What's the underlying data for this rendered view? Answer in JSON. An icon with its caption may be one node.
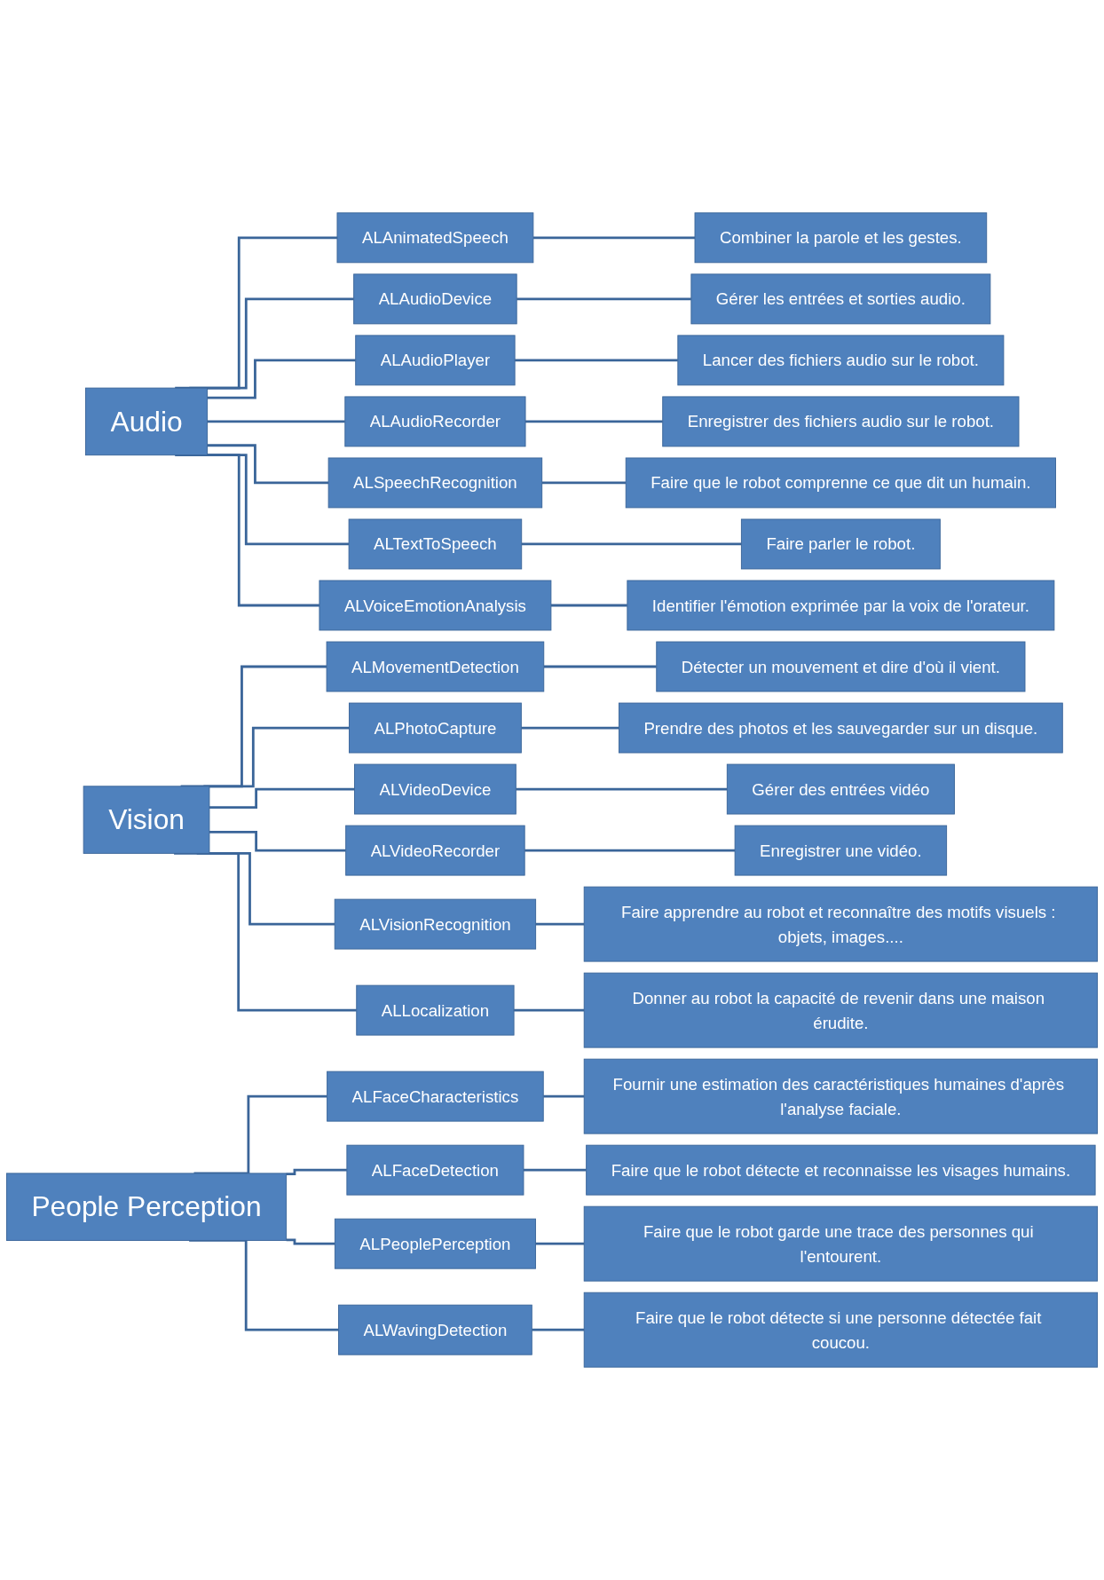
{
  "diagram": {
    "nodes": [
      {
        "text": [
          "Audio"
        ]
      },
      {
        "text": [
          "ALAnimatedSpeech"
        ]
      },
      {
        "text": [
          "Combiner la parole et les gestes."
        ]
      },
      {
        "text": [
          "ALAudioDevice"
        ]
      },
      {
        "text": [
          "Gérer les entrées et sorties audio."
        ]
      },
      {
        "text": [
          "ALAudioPlayer"
        ]
      },
      {
        "text": [
          "Lancer des fichiers audio sur le robot."
        ]
      },
      {
        "text": [
          "ALAudioRecorder"
        ]
      },
      {
        "text": [
          "Enregistrer des fichiers audio sur le robot."
        ]
      },
      {
        "text": [
          "ALSpeechRecognition"
        ]
      },
      {
        "text": [
          "Faire que le robot comprenne ce que dit un humain."
        ]
      },
      {
        "text": [
          "ALTextToSpeech"
        ]
      },
      {
        "text": [
          "Faire parler le robot."
        ]
      },
      {
        "text": [
          "ALVoiceEmotionAnalysis"
        ]
      },
      {
        "text": [
          "Identifier l'émotion exprimée par la voix de l'orateur."
        ]
      },
      {
        "text": [
          "Vision"
        ]
      },
      {
        "text": [
          "ALMovementDetection"
        ]
      },
      {
        "text": [
          "Détecter un mouvement et dire d'où il vient."
        ]
      },
      {
        "text": [
          "ALPhotoCapture"
        ]
      },
      {
        "text": [
          "Prendre des photos et les sauvegarder sur un disque."
        ]
      },
      {
        "text": [
          "ALVideoDevice"
        ]
      },
      {
        "text": [
          "Gérer des entrées vidéo"
        ]
      },
      {
        "text": [
          "ALVideoRecorder"
        ]
      },
      {
        "text": [
          "Enregistrer une vidéo."
        ]
      },
      {
        "text": [
          "ALVisionRecognition"
        ]
      },
      {
        "text": [
          "Faire apprendre au robot et reconnaître des motifs visuels : objets, images...."
        ]
      },
      {
        "text": [
          "ALLocalization"
        ]
      },
      {
        "text": [
          "Donner au robot la capacité de revenir dans une maison érudite."
        ]
      },
      {
        "text": [
          "People Perception"
        ]
      },
      {
        "text": [
          "ALFaceCharacteristics"
        ]
      },
      {
        "text": [
          "Fournir une estimation des caractéristiques humaines d'après l'analyse faciale."
        ]
      },
      {
        "text": [
          "ALFaceDetection"
        ]
      },
      {
        "text": [
          "Faire que le robot détecte et reconnaisse les visages humains."
        ]
      },
      {
        "text": [
          "ALPeoplePerception"
        ]
      },
      {
        "text": [
          "Faire que le robot garde une trace des personnes qui l'entourent."
        ]
      },
      {
        "text": [
          "ALWavingDetection"
        ]
      },
      {
        "text": [
          "Faire que le robot détecte si une personne détectée fait coucou."
        ]
      }
    ],
    "edges": [
      {
        "from": 0,
        "to": 1,
        "arrow": "none"
      },
      {
        "from": 1,
        "to": 2,
        "arrow": "none"
      },
      {
        "from": 0,
        "to": 3,
        "arrow": "none"
      },
      {
        "from": 3,
        "to": 4,
        "arrow": "none"
      },
      {
        "from": 0,
        "to": 5,
        "arrow": "none"
      },
      {
        "from": 5,
        "to": 6,
        "arrow": "none"
      },
      {
        "from": 0,
        "to": 7,
        "arrow": "none"
      },
      {
        "from": 7,
        "to": 8,
        "arrow": "none"
      },
      {
        "from": 0,
        "to": 9,
        "arrow": "none"
      },
      {
        "from": 9,
        "to": 10,
        "arrow": "none"
      },
      {
        "from": 0,
        "to": 11,
        "arrow": "none"
      },
      {
        "from": 11,
        "to": 12,
        "arrow": "none"
      },
      {
        "from": 0,
        "to": 13,
        "arrow": "none"
      },
      {
        "from": 13,
        "to": 14,
        "arrow": "none"
      },
      {
        "from": 15,
        "to": 16,
        "arrow": "none"
      },
      {
        "from": 16,
        "to": 17,
        "arrow": "none"
      },
      {
        "from": 15,
        "to": 18,
        "arrow": "none"
      },
      {
        "from": 18,
        "to": 19,
        "arrow": "none"
      },
      {
        "from": 15,
        "to": 20,
        "arrow": "none"
      },
      {
        "from": 20,
        "to": 21,
        "arrow": "none"
      },
      {
        "from": 15,
        "to": 22,
        "arrow": "none"
      },
      {
        "from": 22,
        "to": 23,
        "arrow": "none"
      },
      {
        "from": 15,
        "to": 24,
        "arrow": "none"
      },
      {
        "from": 24,
        "to": 25,
        "arrow": "none"
      },
      {
        "from": 15,
        "to": 26,
        "arrow": "none"
      },
      {
        "from": 26,
        "to": 27,
        "arrow": "none"
      },
      {
        "from": 28,
        "to": 29,
        "arrow": "none"
      },
      {
        "from": 29,
        "to": 30,
        "arrow": "none"
      },
      {
        "from": 28,
        "to": 31,
        "arrow": "none"
      },
      {
        "from": 31,
        "to": 32,
        "arrow": "none"
      },
      {
        "from": 28,
        "to": 33,
        "arrow": "none"
      },
      {
        "from": 33,
        "to": 34,
        "arrow": "none"
      },
      {
        "from": 28,
        "to": 35,
        "arrow": "none"
      },
      {
        "from": 35,
        "to": 36,
        "arrow": "none"
      }
    ]
  }
}
